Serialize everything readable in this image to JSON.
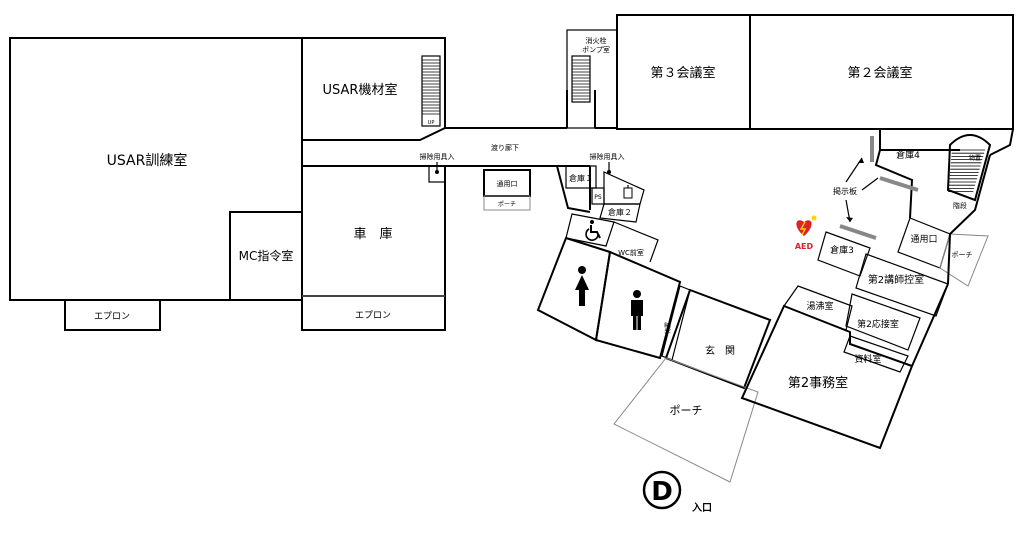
{
  "map": {
    "rooms": {
      "usar_training": "USAR訓練室",
      "usar_equipment": "USAR機材室",
      "mc_command": "MC指令室",
      "garage": "車　庫",
      "apron_left": "エプロン",
      "apron_mid": "エプロン",
      "pump_room": "消火栓\nポンプ室",
      "conf3": "第３会議室",
      "conf2": "第２会議室",
      "cleaning_left": "掃除用具入",
      "corridor": "渡り廊下",
      "cleaning_right": "掃除用具入",
      "service_entrance": "通用口",
      "porch_small": "ポーチ",
      "storage1": "倉庫１",
      "ps": "PS",
      "storage2": "倉庫２",
      "wc_front": "WC前室",
      "storage4": "倉庫4",
      "storage_small": "物置",
      "bulletin": "掲示板",
      "stairs": "階段",
      "aed": "AED",
      "storage3": "倉庫3",
      "service_entrance2": "通用口",
      "porch_right": "ポーチ",
      "lecturer2": "第2講師控室",
      "kettle": "湯沸室",
      "reception2": "第2応接室",
      "archive": "資料室",
      "storage_mid": "物置",
      "entrance_hall": "玄　関",
      "office2": "第2事務室",
      "porch_main": "ポーチ",
      "entrance_letter": "D",
      "entrance_label": "入口"
    },
    "stair_marks": {
      "up_label": "UP"
    }
  }
}
